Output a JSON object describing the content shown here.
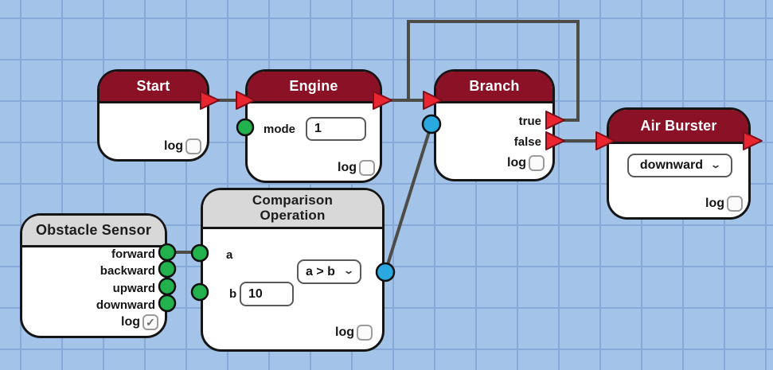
{
  "colors": {
    "canvas_bg": "#a3c3e9",
    "grid_line": "#87a9d8",
    "header_red": "#8a1126",
    "header_gray": "#d8d8d8",
    "node_border": "#151515",
    "wire": "#4e4c47",
    "triangle_red": "#e92630",
    "triangle_edge": "#7c0f1c",
    "port_green": "#23b14d",
    "port_blue": "#29a9e0"
  },
  "icons": {
    "chevron_down": "⌄",
    "checkmark": "✓"
  },
  "nodes": {
    "start": {
      "title": "Start",
      "log_label": "log",
      "log_checked": false
    },
    "engine": {
      "title": "Engine",
      "mode_label": "mode",
      "mode_value": "1",
      "log_label": "log",
      "log_checked": false
    },
    "branch": {
      "title": "Branch",
      "output_true_label": "true",
      "output_false_label": "false",
      "log_label": "log",
      "log_checked": false
    },
    "air_burster": {
      "title": "Air Burster",
      "direction_value": "downward",
      "log_label": "log",
      "log_checked": false
    },
    "obstacle_sensor": {
      "title": "Obstacle Sensor",
      "output_labels": [
        "forward",
        "backward",
        "upward",
        "downward"
      ],
      "log_label": "log",
      "log_checked": true
    },
    "comparison": {
      "title_line1": "Comparison",
      "title_line2": "Operation",
      "input_a_label": "a",
      "input_b_label": "b",
      "b_value": "10",
      "operator_value": "a > b",
      "log_label": "log",
      "log_checked": false
    }
  }
}
